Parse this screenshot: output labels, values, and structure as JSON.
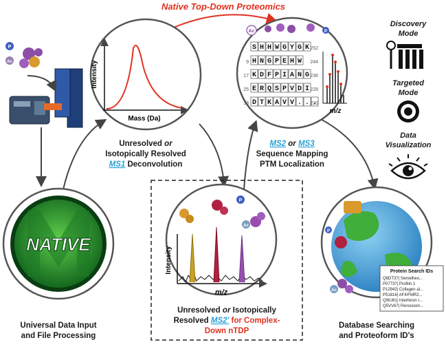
{
  "title": "Native Top-Down Proteomics",
  "ms1": {
    "ylabel": "Intensity",
    "xlabel": "Mass (Da)",
    "caption_line1": "Unresolved",
    "caption_or": "or",
    "caption_line2": "Isotopically Resolved",
    "caption_link": "MS1",
    "caption_line3": "Deconvolution"
  },
  "ms2": {
    "ac_label": "Ac",
    "p_label": "P",
    "mz_label": "m/z",
    "sequence_rows": [
      {
        "left": "",
        "letters": "SHHWGYGK",
        "right": "252"
      },
      {
        "left": "9",
        "letters": "HNGPEHW",
        "right": "244"
      },
      {
        "left": "17",
        "letters": "KDFPIANG",
        "right": "236"
      },
      {
        "left": "25",
        "letters": "ERQSPVDI",
        "right": "228"
      },
      {
        "left": "33",
        "letters": "DTKAVV...",
        "right": "220"
      }
    ],
    "caption_link1": "MS2",
    "caption_or": "or",
    "caption_link2": "MS3",
    "caption_line2": "Sequence Mapping",
    "caption_line3": "PTM Localization"
  },
  "complex": {
    "ylabel": "Intensity",
    "xlabel": "m/z",
    "p_label": "P",
    "ac_label": "Ac",
    "caption_line1a": "Unresolved",
    "caption_or": "or",
    "caption_line1b": "Isotopically",
    "caption_line2a": "Resolved",
    "caption_link": "MS2'",
    "caption_line2b": "for Complex-",
    "caption_line3": "Down nTDP"
  },
  "input": {
    "logo_text": "NATIVE",
    "p_label": "P",
    "ac_label": "Ac",
    "caption_line1": "Universal Data Input",
    "caption_line2": "and File Processing"
  },
  "database": {
    "list_title": "Protein Search IDs",
    "list_items": [
      "Q6DT37| Semelheo...",
      "P07737| Profilin 1",
      "P12942| Collagen al...",
      "P51816| AF4/FMR2...",
      "Q9IU81| Interferon r...",
      "Q5VV67| Peroxisom..."
    ],
    "p_label": "P",
    "ac_label": "Ac",
    "caption_line1": "Database Searching",
    "caption_line2": "and Proteoform ID's"
  },
  "modes": {
    "discovery_line1": "Discovery",
    "discovery_line2": "Mode",
    "targeted_line1": "Targeted",
    "targeted_line2": "Mode",
    "visualization_line1": "Data",
    "visualization_line2": "Visualization"
  },
  "colors": {
    "red": "#e0311f",
    "blue": "#2a9fd6",
    "green_dark": "#0d5e1a",
    "green_light": "#3fae3a",
    "orange": "#d99a2b",
    "purple": "#8b4fa6",
    "peak_gold": "#c9a227",
    "peak_red": "#b02040",
    "peak_purple": "#9a4fb0"
  }
}
